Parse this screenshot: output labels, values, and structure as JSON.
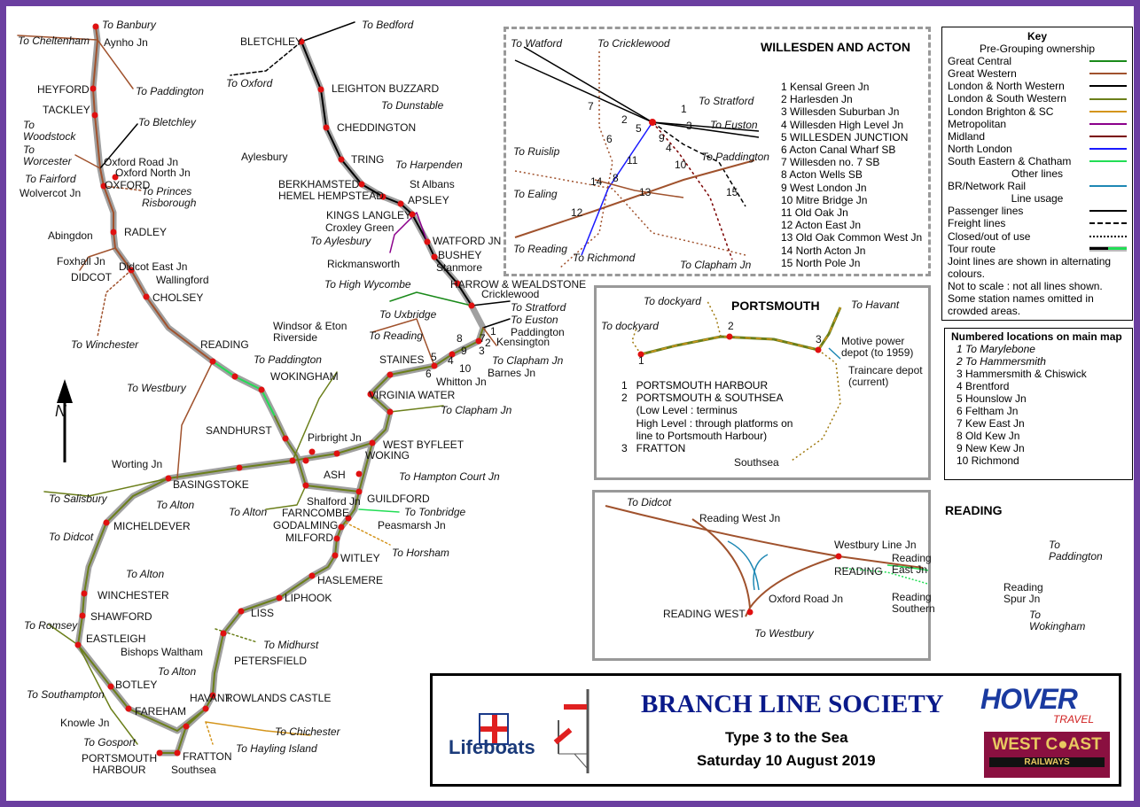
{
  "colors": {
    "frame": "#6b3fa0",
    "great_central": "#1a8a1a",
    "great_western": "#a0522d",
    "lnwr": "#000000",
    "lswr": "#6b7f1a",
    "lbsc": "#d4951c",
    "metropolitan": "#8b008b",
    "midland": "#7a0000",
    "north_london": "#1a1aff",
    "sec": "#22dd55",
    "br": "#1e88b4",
    "tour": "#a0a0a0",
    "station": "#e01010",
    "title_navy": "#0a1a8a"
  },
  "main_map": {
    "north_label": "N",
    "stations": [
      "Aynho Jn",
      "HEYFORD",
      "TACKLEY",
      "Oxford Road Jn",
      "Oxford North Jn",
      "OXFORD",
      "Wolvercot Jn",
      "Abingdon",
      "RADLEY",
      "Foxhall Jn",
      "Didcot East Jn",
      "DIDCOT",
      "Wallingford",
      "CHOLSEY",
      "READING",
      "WOKINGHAM",
      "SANDHURST",
      "Pirbright Jn",
      "WEST BYFLEET",
      "WOKING",
      "ASH",
      "Shalford Jn",
      "GUILDFORD",
      "FARNCOMBE",
      "GODALMING",
      "Peasmarsh Jn",
      "MILFORD",
      "WITLEY",
      "HASLEMERE",
      "LIPHOOK",
      "LISS",
      "PETERSFIELD",
      "ROWLANDS CASTLE",
      "HAVANT",
      "FRATTON",
      "Southsea",
      "PORTSMOUTH\nHARBOUR",
      "FAREHAM",
      "Knowle Jn",
      "BOTLEY",
      "Bishops Waltham",
      "EASTLEIGH",
      "SHAWFORD",
      "WINCHESTER",
      "MICHELDEVER",
      "BASINGSTOKE",
      "Worting Jn",
      "BLETCHLEY",
      "LEIGHTON BUZZARD",
      "CHEDDINGTON",
      "Aylesbury",
      "TRING",
      "BERKHAMSTED\nHEMEL HEMPSTEAD",
      "St Albans",
      "APSLEY",
      "KINGS LANGLEY",
      "Croxley Green",
      "WATFORD JN",
      "BUSHEY",
      "Rickmansworth",
      "Stanmore",
      "HARROW & WEALDSTONE",
      "Cricklewood",
      "Paddington",
      "Kensington",
      "Barnes Jn",
      "Whitton Jn",
      "STAINES",
      "VIRGINIA WATER",
      "Windsor & Eton\nRiverside",
      "1",
      "2",
      "3",
      "4",
      "5",
      "6",
      "7",
      "8",
      "9",
      "10"
    ],
    "destinations": [
      "To Banbury",
      "To Cheltenham",
      "To Paddington",
      "To Bletchley",
      "To\nWoodstock",
      "To\nWorcester",
      "To Fairford",
      "To Princes\nRisborough",
      "To Winchester",
      "To Westbury",
      "To Paddington",
      "To Salisbury",
      "To Alton",
      "To Didcot",
      "To Alton",
      "To Romsey",
      "To Alton",
      "To Southampton",
      "To Gosport",
      "To Chichester",
      "To Hayling Island",
      "To Midhurst",
      "To Horsham",
      "To Tonbridge",
      "To Alton",
      "To Hampton Court Jn",
      "To Clapham Jn",
      "To Clapham Jn",
      "To Reading",
      "To Uxbridge",
      "To High Wycombe",
      "To Aylesbury",
      "To Harpenden",
      "To Dunstable",
      "To Oxford",
      "To Bedford",
      "To Stratford",
      "To Euston"
    ]
  },
  "willesden": {
    "title": "WILLESDEN AND ACTON",
    "labels": [
      "To Watford",
      "To Cricklewood",
      "To Stratford",
      "To Euston",
      "To Paddington",
      "To Ruislip",
      "To Ealing",
      "To Reading",
      "To Richmond",
      "To Clapham Jn"
    ],
    "markers": [
      "1",
      "2",
      "3",
      "4",
      "5",
      "6",
      "7",
      "8",
      "9",
      "10",
      "11",
      "12",
      "13",
      "14",
      "15"
    ],
    "locations": [
      "1  Kensal Green Jn",
      "2  Harlesden Jn",
      "3  Willesden Suburban Jn",
      "4  Willesden High Level Jn",
      "5  WILLESDEN JUNCTION",
      "6  Acton Canal Wharf SB",
      "7  Willesden no. 7 SB",
      "8  Acton Wells SB",
      "9  West London Jn",
      "10  Mitre Bridge Jn",
      "11  Old Oak Jn",
      "12  Acton East Jn",
      "13  Old Oak Common West Jn",
      "14  North Acton Jn",
      "15  North Pole Jn"
    ]
  },
  "portsmouth": {
    "title": "PORTSMOUTH",
    "labels": [
      "To dockyard",
      "To dockyard",
      "To Havant",
      "Motive power\ndepot (to 1959)",
      "Traincare depot\n(current)",
      "Southsea"
    ],
    "markers": [
      "1",
      "2",
      "3"
    ],
    "locations": [
      "1   PORTSMOUTH HARBOUR",
      "2   PORTSMOUTH & SOUTHSEA",
      "     (Low Level : terminus",
      "     High Level : through platforms on",
      "     line to Portsmouth Harbour)",
      "3   FRATTON"
    ]
  },
  "reading": {
    "title": "READING",
    "labels": [
      "To Didcot",
      "Reading West Jn",
      "Westbury Line Jn",
      "Reading East Jn",
      "To\nPaddington",
      "READING",
      "Reading Southern",
      "Reading\nSpur Jn",
      "To Wokingham",
      "Oxford Road Jn",
      "READING WEST",
      "To Westbury"
    ]
  },
  "key": {
    "title": "Key",
    "ownership_heading": "Pre-Grouping ownership",
    "ownership": [
      {
        "label": "Great Central",
        "color": "#1a8a1a"
      },
      {
        "label": "Great Western",
        "color": "#a0522d"
      },
      {
        "label": "London & North Western",
        "color": "#000000"
      },
      {
        "label": "London & South Western",
        "color": "#6b7f1a"
      },
      {
        "label": "London Brighton & SC",
        "color": "#d4951c"
      },
      {
        "label": "Metropolitan",
        "color": "#8b008b"
      },
      {
        "label": "Midland",
        "color": "#7a0000"
      },
      {
        "label": "North London",
        "color": "#1a1aff"
      },
      {
        "label": "South Eastern & Chatham",
        "color": "#22dd55"
      }
    ],
    "other_heading": "Other lines",
    "other": [
      {
        "label": "BR/Network Rail",
        "color": "#1e88b4"
      }
    ],
    "usage_heading": "Line usage",
    "usage": [
      "Passenger lines",
      "Freight lines",
      "Closed/out of use",
      "Tour route"
    ],
    "notes": "Joint lines are shown in alternating colours.\nNot to scale : not all lines shown.\nSome station names omitted in crowded areas."
  },
  "numbered": {
    "title": "Numbered locations on main map",
    "items": [
      "1  To Marylebone",
      "2  To Hammersmith",
      "3  Hammersmith & Chiswick",
      "4  Brentford",
      "5  Hounslow Jn",
      "6  Feltham Jn",
      "7  Kew East Jn",
      "8  Old Kew Jn",
      "9  New Kew Jn",
      "10  Richmond"
    ]
  },
  "title_box": {
    "society": "BRANCH LINE SOCIETY",
    "tour": "Type 3 to the Sea",
    "date": "Saturday 10 August 2019",
    "lifeboats": "Lifeboats",
    "hover_logo": "HOVER",
    "hover_sub": "TRAVEL",
    "westcoast": "WEST C●AST",
    "railways": "RAILWAYS"
  }
}
